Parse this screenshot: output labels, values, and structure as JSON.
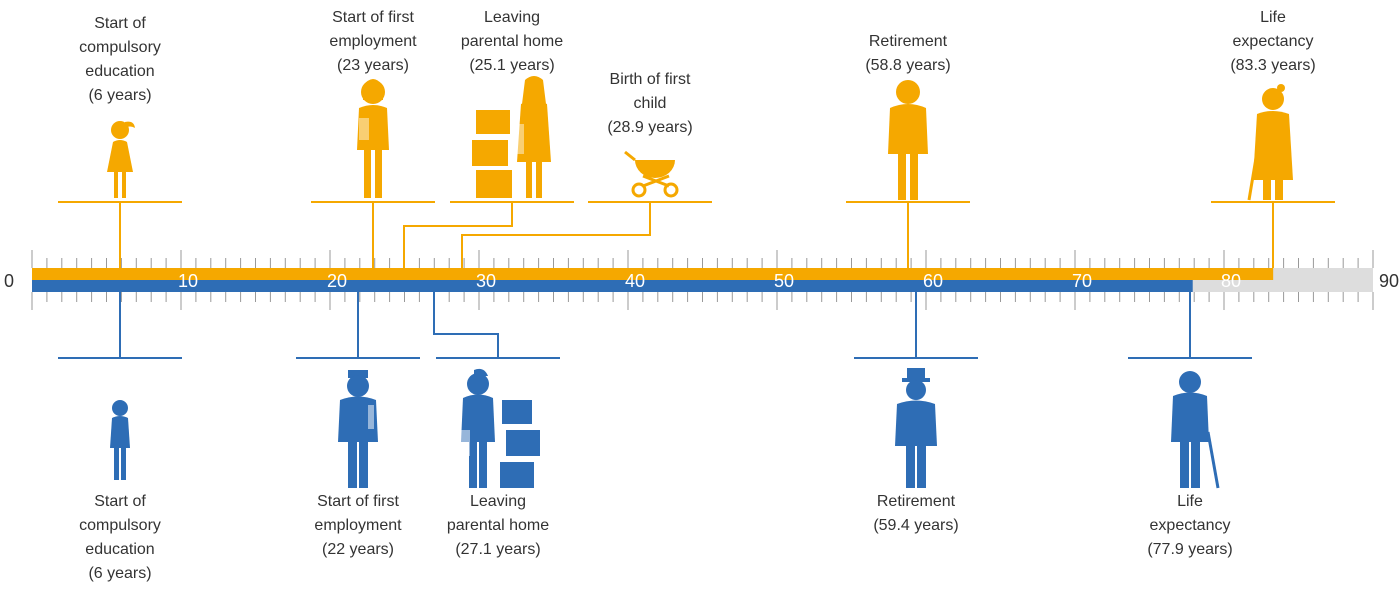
{
  "axis": {
    "min": 0,
    "max": 90,
    "tick_labels": [
      "0",
      "10",
      "20",
      "30",
      "40",
      "50",
      "60",
      "70",
      "80",
      "90"
    ]
  },
  "colors": {
    "female": "#F5A800",
    "male": "#2E6DB5",
    "remaining": "#DDDDDD",
    "tick": "#999999",
    "text": "#333333"
  },
  "female": {
    "bar_end": 83.3,
    "milestones": [
      {
        "id": "education",
        "age": 6,
        "lines": [
          "Start of",
          "compulsory",
          "education",
          "(6 years)"
        ],
        "icon": "girl-icon"
      },
      {
        "id": "employment",
        "age": 23,
        "lines": [
          "Start of first",
          "employment",
          "(23 years)"
        ],
        "icon": "woman-with-folder-icon"
      },
      {
        "id": "leaving-home",
        "age": 25.1,
        "lines": [
          "Leaving",
          "parental home",
          "(25.1 years)"
        ],
        "icon": "woman-with-boxes-icon"
      },
      {
        "id": "first-child",
        "age": 28.9,
        "lines": [
          "Birth of first",
          "child",
          "(28.9 years)"
        ],
        "icon": "pram-icon"
      },
      {
        "id": "retirement",
        "age": 58.8,
        "lines": [
          "Retirement",
          "(58.8 years)"
        ],
        "icon": "older-woman-icon"
      },
      {
        "id": "life-expectancy",
        "age": 83.3,
        "lines": [
          "Life",
          "expectancy",
          "(83.3 years)"
        ],
        "icon": "elderly-woman-with-cane-icon"
      }
    ]
  },
  "male": {
    "bar_end": 77.9,
    "milestones": [
      {
        "id": "education",
        "age": 6,
        "lines": [
          "Start of",
          "compulsory",
          "education",
          "(6 years)"
        ],
        "icon": "boy-icon"
      },
      {
        "id": "employment",
        "age": 22,
        "lines": [
          "Start of first",
          "employment",
          "(22 years)"
        ],
        "icon": "man-with-tie-icon"
      },
      {
        "id": "leaving-home",
        "age": 27.1,
        "lines": [
          "Leaving",
          "parental home",
          "(27.1 years)"
        ],
        "icon": "man-with-boxes-icon"
      },
      {
        "id": "retirement",
        "age": 59.4,
        "lines": [
          "Retirement",
          "(59.4 years)"
        ],
        "icon": "older-man-with-hat-icon"
      },
      {
        "id": "life-expectancy",
        "age": 77.9,
        "lines": [
          "Life",
          "expectancy",
          "(77.9 years)"
        ],
        "icon": "elderly-man-with-cane-icon"
      }
    ]
  }
}
